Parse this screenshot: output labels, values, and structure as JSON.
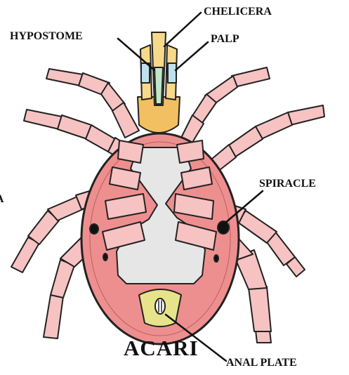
{
  "labels": {
    "chelicera": "CHELICERA",
    "hypostome": "HYPOSTOME",
    "palp": "PALP",
    "spiracle": "SPIRACLE",
    "left_fragment": "A",
    "title": "ACARI",
    "anal_plate": "ANAL PLATE"
  },
  "colors": {
    "body": "#ee8f8f",
    "legs": "#f7c2c2",
    "mouthparts": "#f2c060",
    "sclerite": "#e6e6e6",
    "palp_segments": "#bfe1ec",
    "anal_plate": "#e7e38a",
    "outline": "#222222"
  }
}
